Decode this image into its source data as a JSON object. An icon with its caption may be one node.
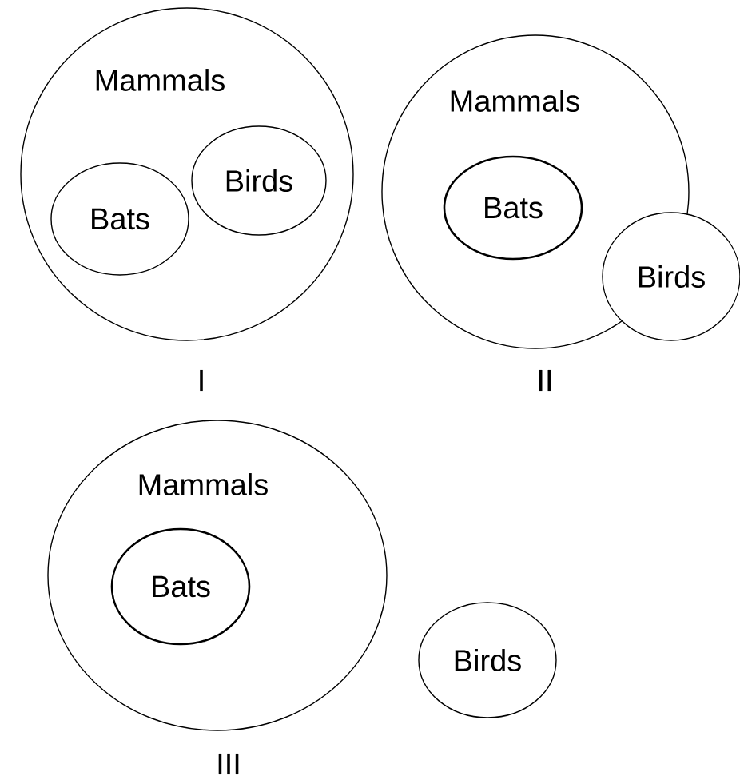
{
  "diagram": {
    "nodes": [
      {
        "text": [
          "Mammals"
        ]
      },
      {
        "text": [
          "Bats"
        ],
        "in": 0
      },
      {
        "text": [
          "Birds"
        ],
        "in": 0
      },
      {
        "text": [
          "Mammals"
        ]
      },
      {
        "text": [
          "Bats"
        ],
        "in": 3
      },
      {
        "text": [
          "Birds"
        ]
      },
      {
        "text": [
          "Mammals"
        ]
      },
      {
        "text": [
          "Bats"
        ],
        "in": 6
      },
      {
        "text": [
          "Birds"
        ]
      }
    ],
    "labels": [
      "I",
      "II",
      "III"
    ]
  }
}
